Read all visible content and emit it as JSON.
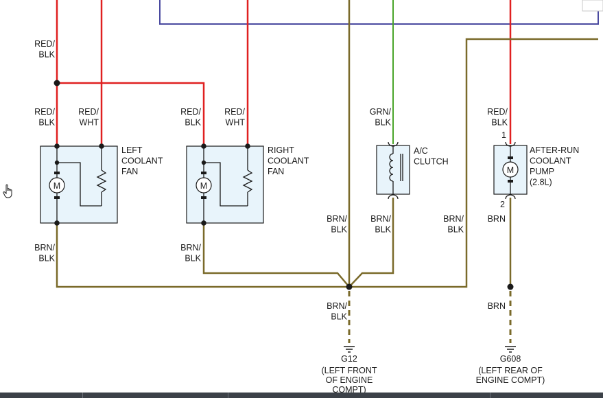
{
  "colors": {
    "red": "#e02020",
    "brown": "#7a6a2a",
    "green": "#4aa52a",
    "blue": "#4a4aa0",
    "component_fill": "#e8f4fb",
    "ink": "#1a1a1a"
  },
  "labels": {
    "red_blk_top": [
      "RED/",
      "BLK"
    ],
    "left_fan_in_1": [
      "RED/",
      "BLK"
    ],
    "left_fan_in_2": [
      "RED/",
      "WHT"
    ],
    "right_fan_in_1": [
      "RED/",
      "BLK"
    ],
    "right_fan_in_2": [
      "RED/",
      "WHT"
    ],
    "ac_in": [
      "GRN/",
      "BLK"
    ],
    "pump_in": [
      "RED/",
      "BLK"
    ],
    "left_fan_out": [
      "BRN/",
      "BLK"
    ],
    "right_fan_out": [
      "BRN/",
      "BLK"
    ],
    "center_wire": [
      "BRN/",
      "BLK"
    ],
    "ac_out": [
      "BRN/",
      "BLK"
    ],
    "right_long_wire": [
      "BRN/",
      "BLK"
    ],
    "pump_out": [
      "BRN"
    ],
    "ground1_wire": [
      "BRN/",
      "BLK"
    ],
    "ground2_wire": [
      "BRN"
    ]
  },
  "components": {
    "left_fan": [
      "LEFT",
      "COOLANT",
      "FAN"
    ],
    "right_fan": [
      "RIGHT",
      "COOLANT",
      "FAN"
    ],
    "ac_clutch": [
      "A/C",
      "CLUTCH"
    ],
    "pump": [
      "AFTER-RUN",
      "COOLANT",
      "PUMP",
      "(2.8L)"
    ]
  },
  "motor_symbol": "M",
  "pins": {
    "pump_top": "1",
    "pump_bottom": "2"
  },
  "grounds": {
    "g12": {
      "id": "G12",
      "desc": [
        "(LEFT FRONT",
        "OF ENGINE",
        "COMPT)"
      ]
    },
    "g608": {
      "id": "G608",
      "desc": [
        "(LEFT REAR OF",
        "ENGINE COMPT)"
      ]
    }
  },
  "icons": {
    "cursor": "hand-pointer-icon",
    "ground": "ground-symbol-icon"
  }
}
